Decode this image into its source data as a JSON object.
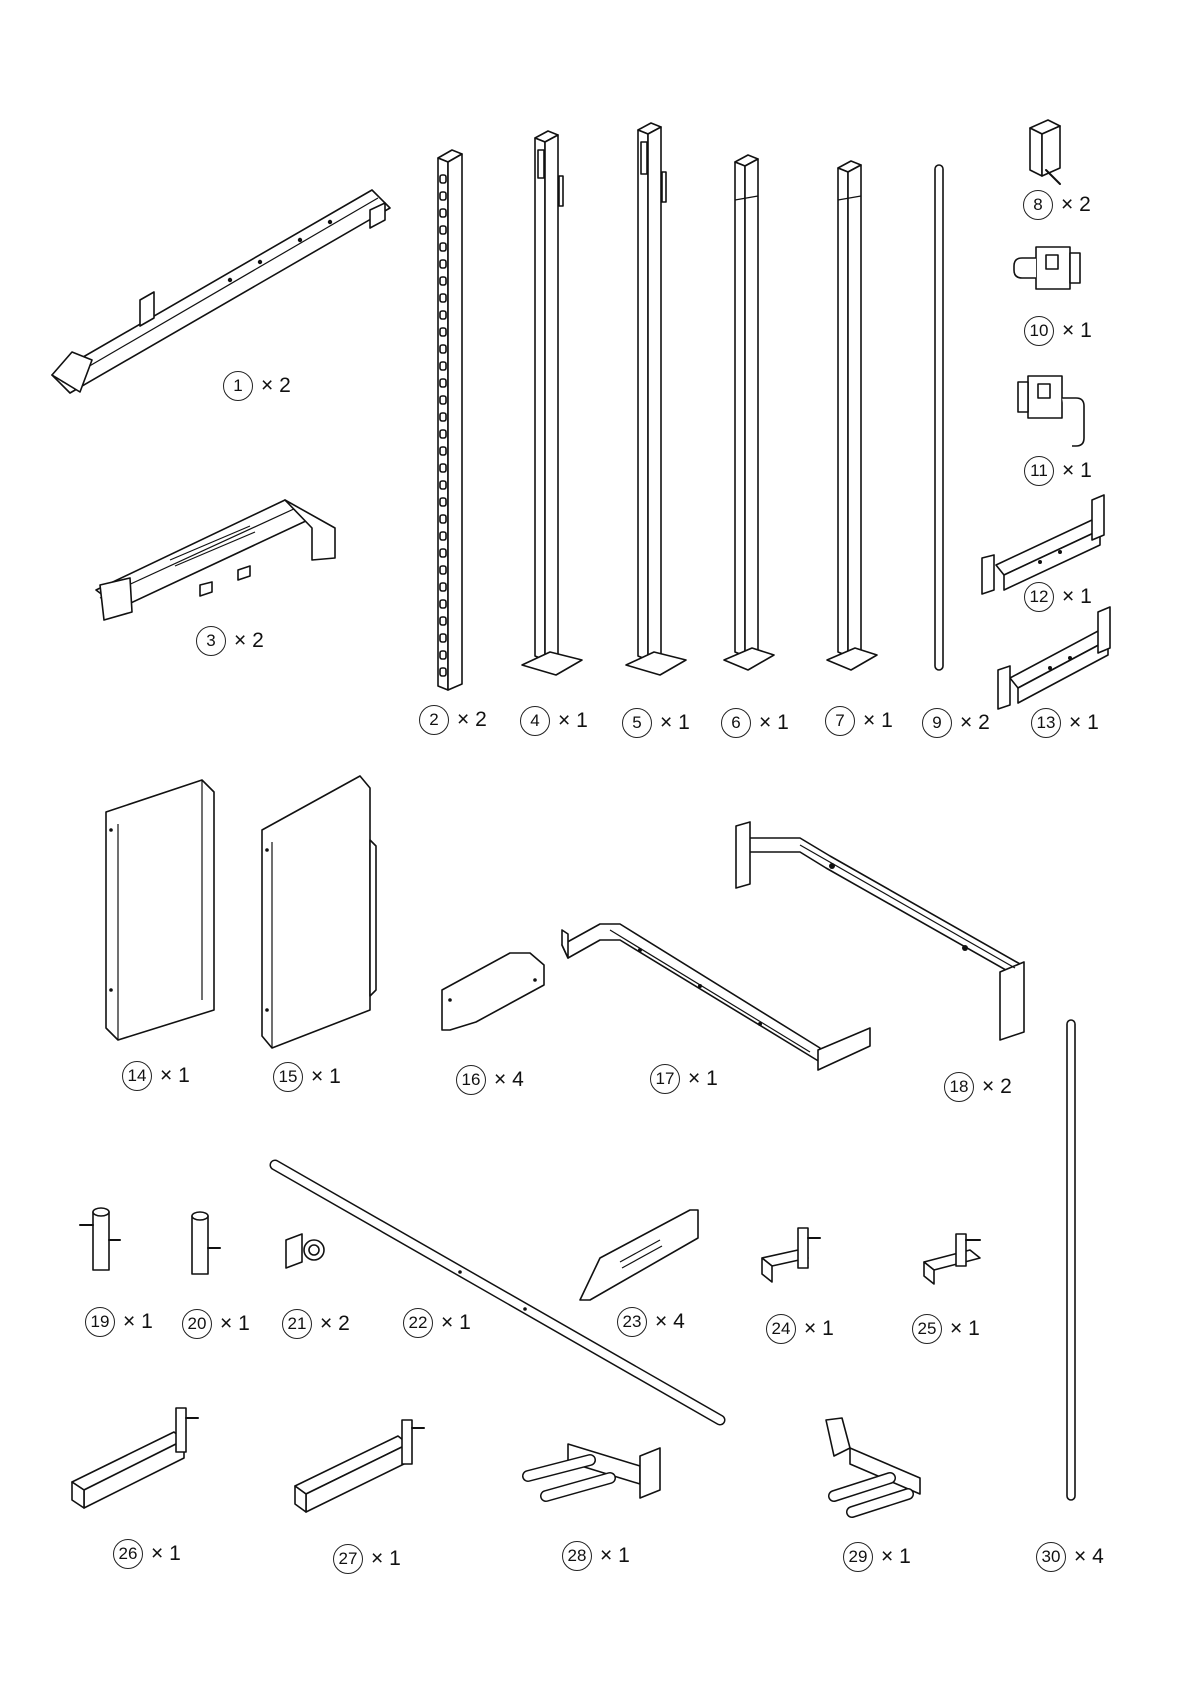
{
  "parts": [
    {
      "id": "1",
      "qty": "× 2"
    },
    {
      "id": "2",
      "qty": "× 2"
    },
    {
      "id": "3",
      "qty": "× 2"
    },
    {
      "id": "4",
      "qty": "× 1"
    },
    {
      "id": "5",
      "qty": "× 1"
    },
    {
      "id": "6",
      "qty": "× 1"
    },
    {
      "id": "7",
      "qty": "× 1"
    },
    {
      "id": "8",
      "qty": "× 2"
    },
    {
      "id": "9",
      "qty": "× 2"
    },
    {
      "id": "10",
      "qty": "× 1"
    },
    {
      "id": "11",
      "qty": "× 1"
    },
    {
      "id": "12",
      "qty": "× 1"
    },
    {
      "id": "13",
      "qty": "× 1"
    },
    {
      "id": "14",
      "qty": "× 1"
    },
    {
      "id": "15",
      "qty": "× 1"
    },
    {
      "id": "16",
      "qty": "× 4"
    },
    {
      "id": "17",
      "qty": "× 1"
    },
    {
      "id": "18",
      "qty": "× 2"
    },
    {
      "id": "19",
      "qty": "× 1"
    },
    {
      "id": "20",
      "qty": "× 1"
    },
    {
      "id": "21",
      "qty": "× 2"
    },
    {
      "id": "22",
      "qty": "× 1"
    },
    {
      "id": "23",
      "qty": "× 4"
    },
    {
      "id": "24",
      "qty": "× 1"
    },
    {
      "id": "25",
      "qty": "× 1"
    },
    {
      "id": "26",
      "qty": "× 1"
    },
    {
      "id": "27",
      "qty": "× 1"
    },
    {
      "id": "28",
      "qty": "× 1"
    },
    {
      "id": "29",
      "qty": "× 1"
    },
    {
      "id": "30",
      "qty": "× 4"
    }
  ]
}
